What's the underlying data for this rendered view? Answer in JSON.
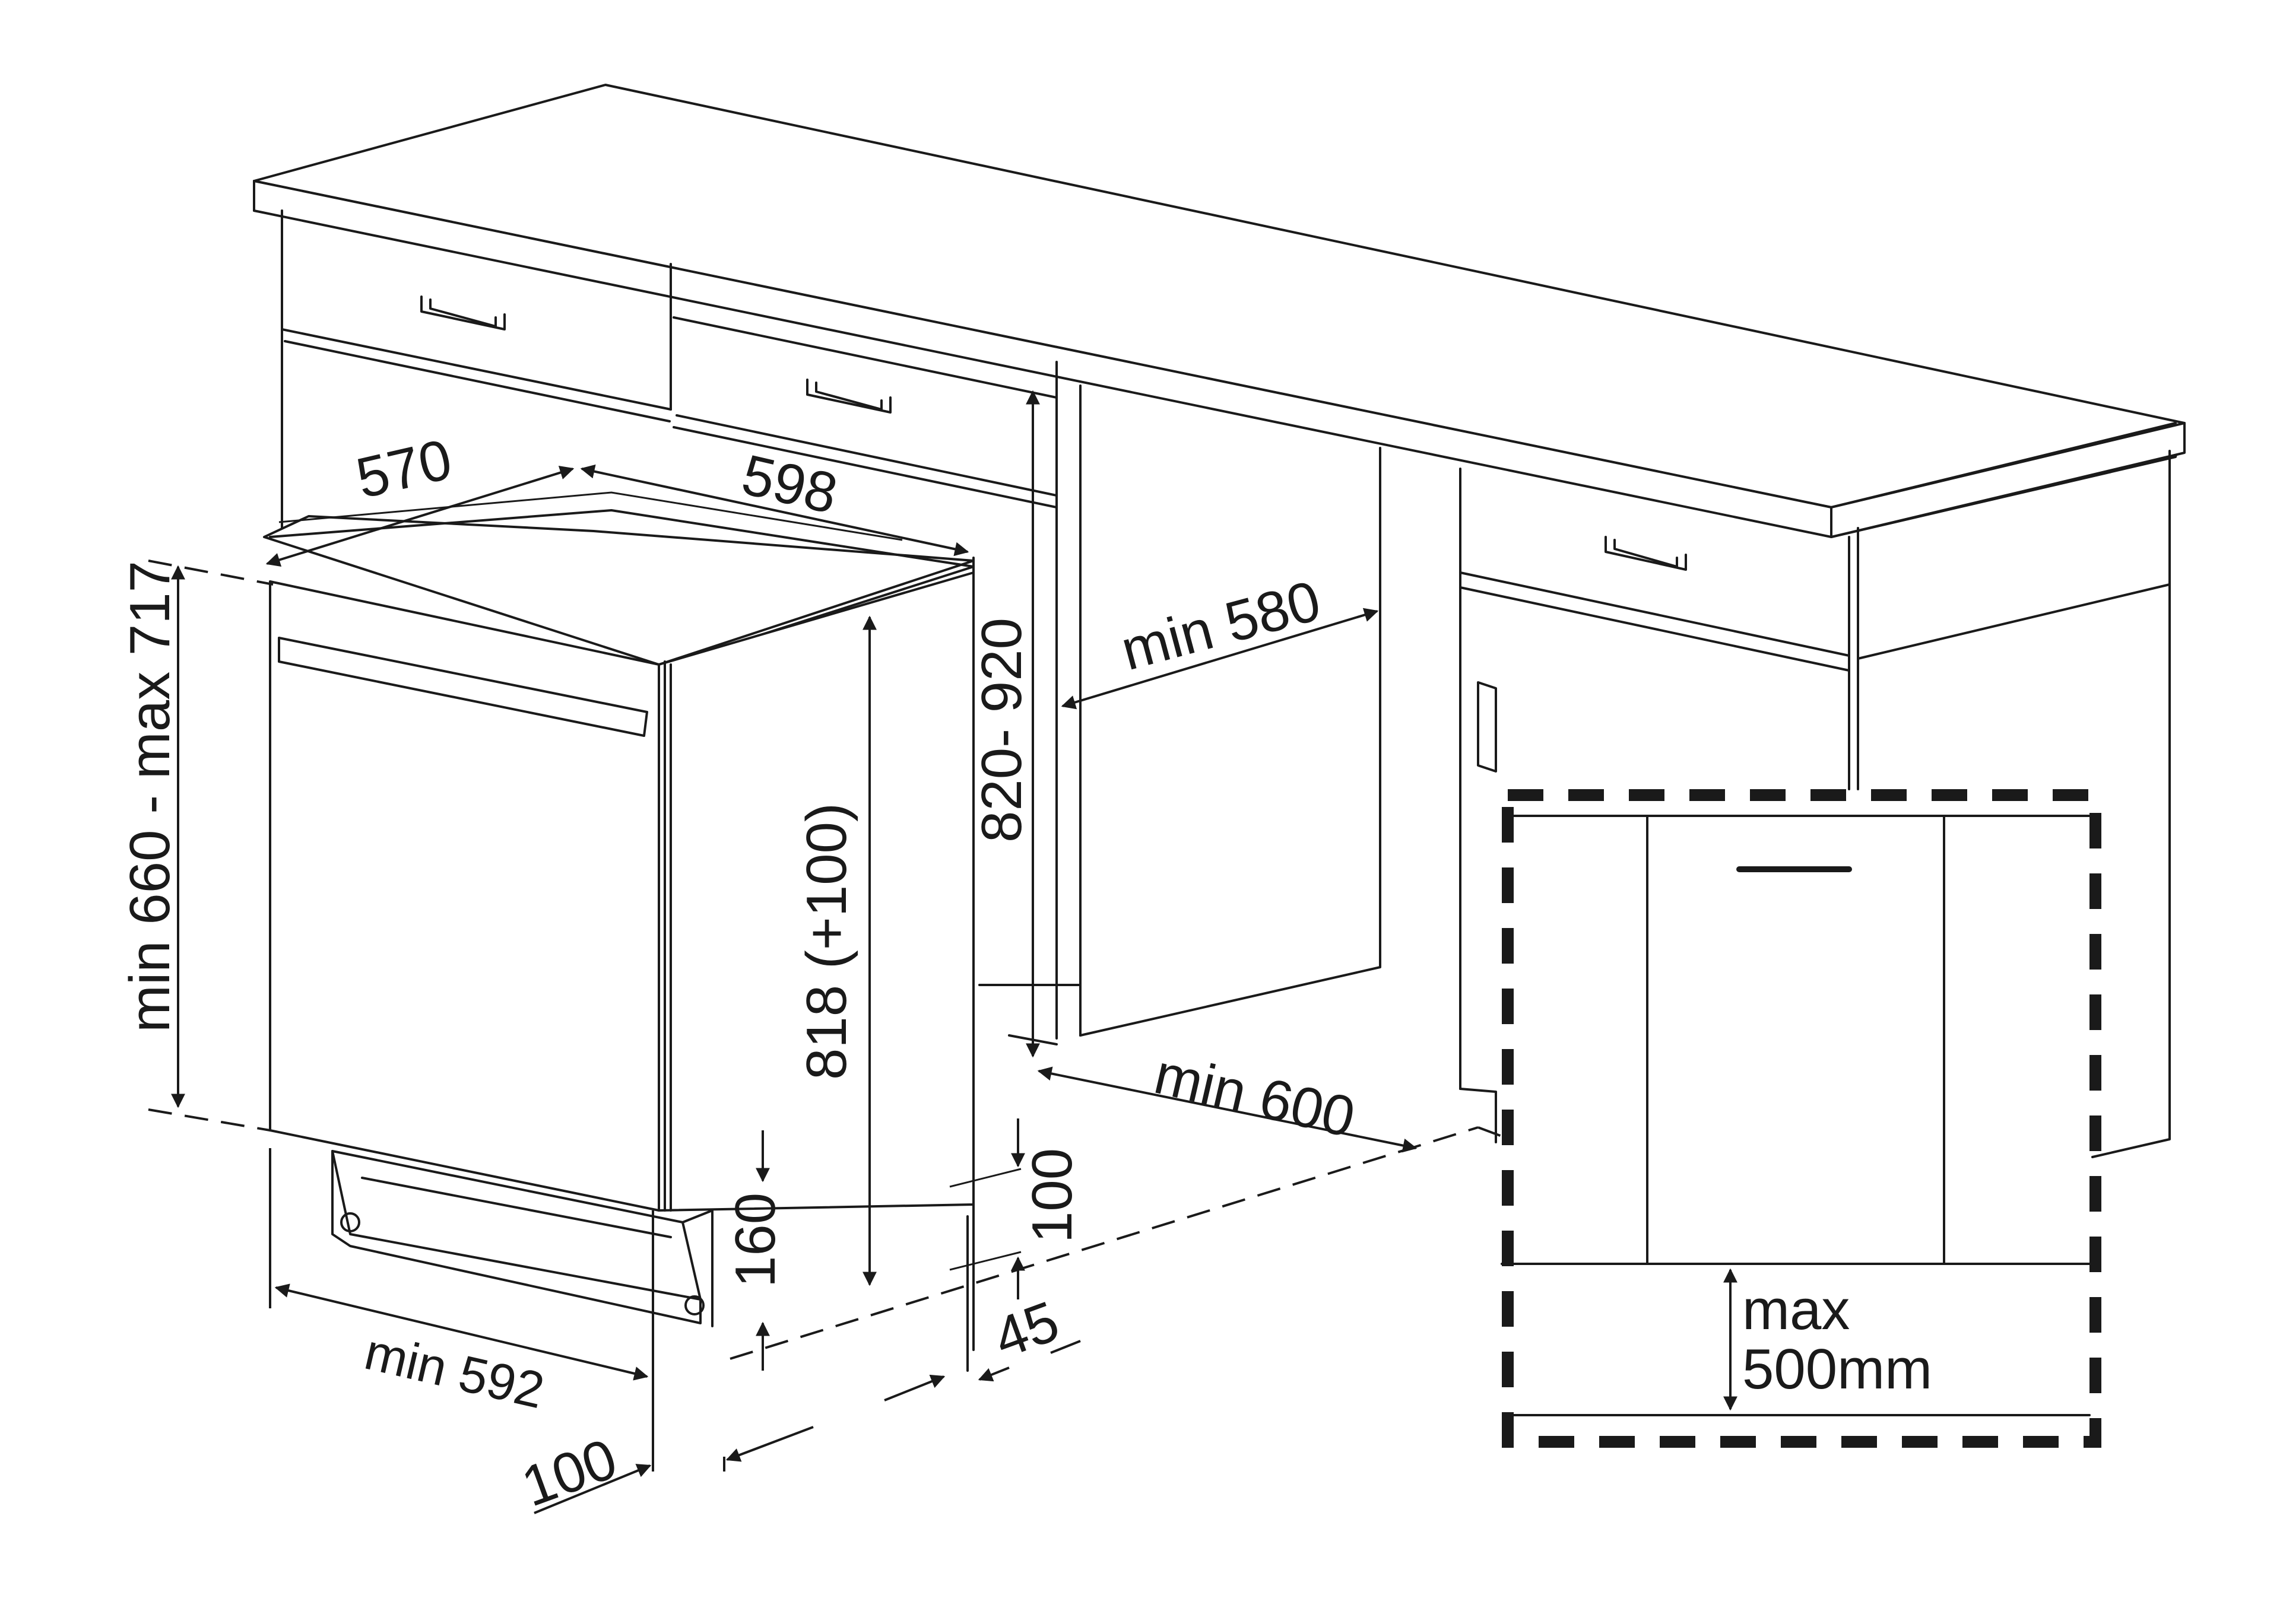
{
  "dimensions": {
    "cabinet_depth": "570",
    "appliance_width": "598",
    "niche_width": "min 580",
    "worktop_height": "820- 920",
    "appliance_height": "818 (+100)",
    "door_height": "min 660 - max 717",
    "plinth_height": "160",
    "plinth_adjust": "100",
    "plinth_depth": "45",
    "niche_depth": "min 600",
    "door_width": "min 592",
    "door_offset": "100"
  },
  "detail": {
    "line1": "max",
    "line2": "500mm"
  }
}
